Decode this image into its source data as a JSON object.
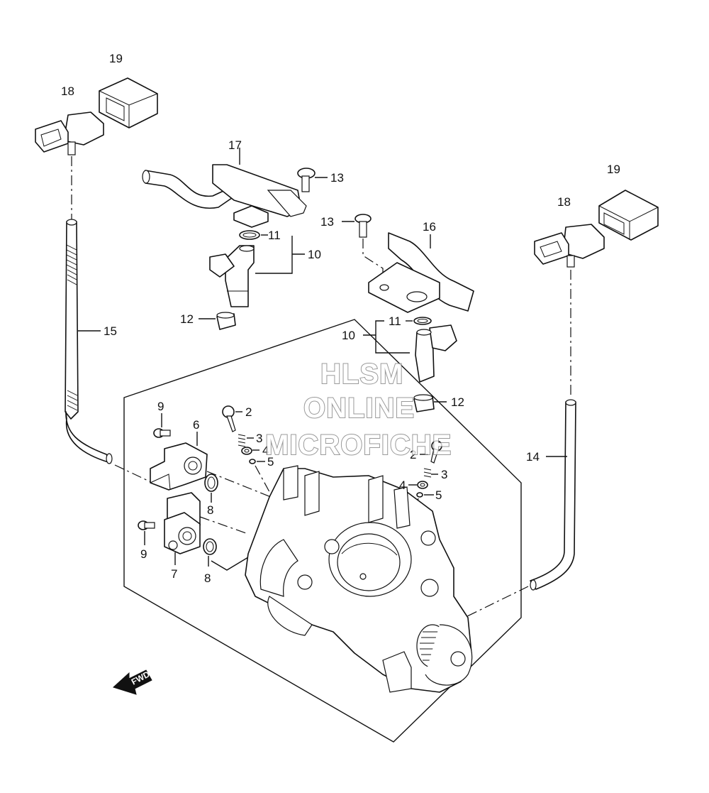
{
  "diagram": {
    "callouts": {
      "c2a": "2",
      "c2b": "2",
      "c3a": "3",
      "c3b": "3",
      "c4a": "4",
      "c4b": "4",
      "c5a": "5",
      "c5b": "5",
      "c6": "6",
      "c7": "7",
      "c8a": "8",
      "c8b": "8",
      "c9a": "9",
      "c9b": "9",
      "c10a": "10",
      "c10b": "10",
      "c11a": "11",
      "c11b": "11",
      "c12a": "12",
      "c12b": "12",
      "c13a": "13",
      "c13b": "13",
      "c14": "14",
      "c15": "15",
      "c16": "16",
      "c17": "17",
      "c18a": "18",
      "c18b": "18",
      "c19a": "19",
      "c19b": "19"
    },
    "fwd_label": "FWD",
    "watermark": {
      "line1": "HLSM",
      "line2": "ONLINE",
      "line3": "MICROFICHE"
    }
  }
}
